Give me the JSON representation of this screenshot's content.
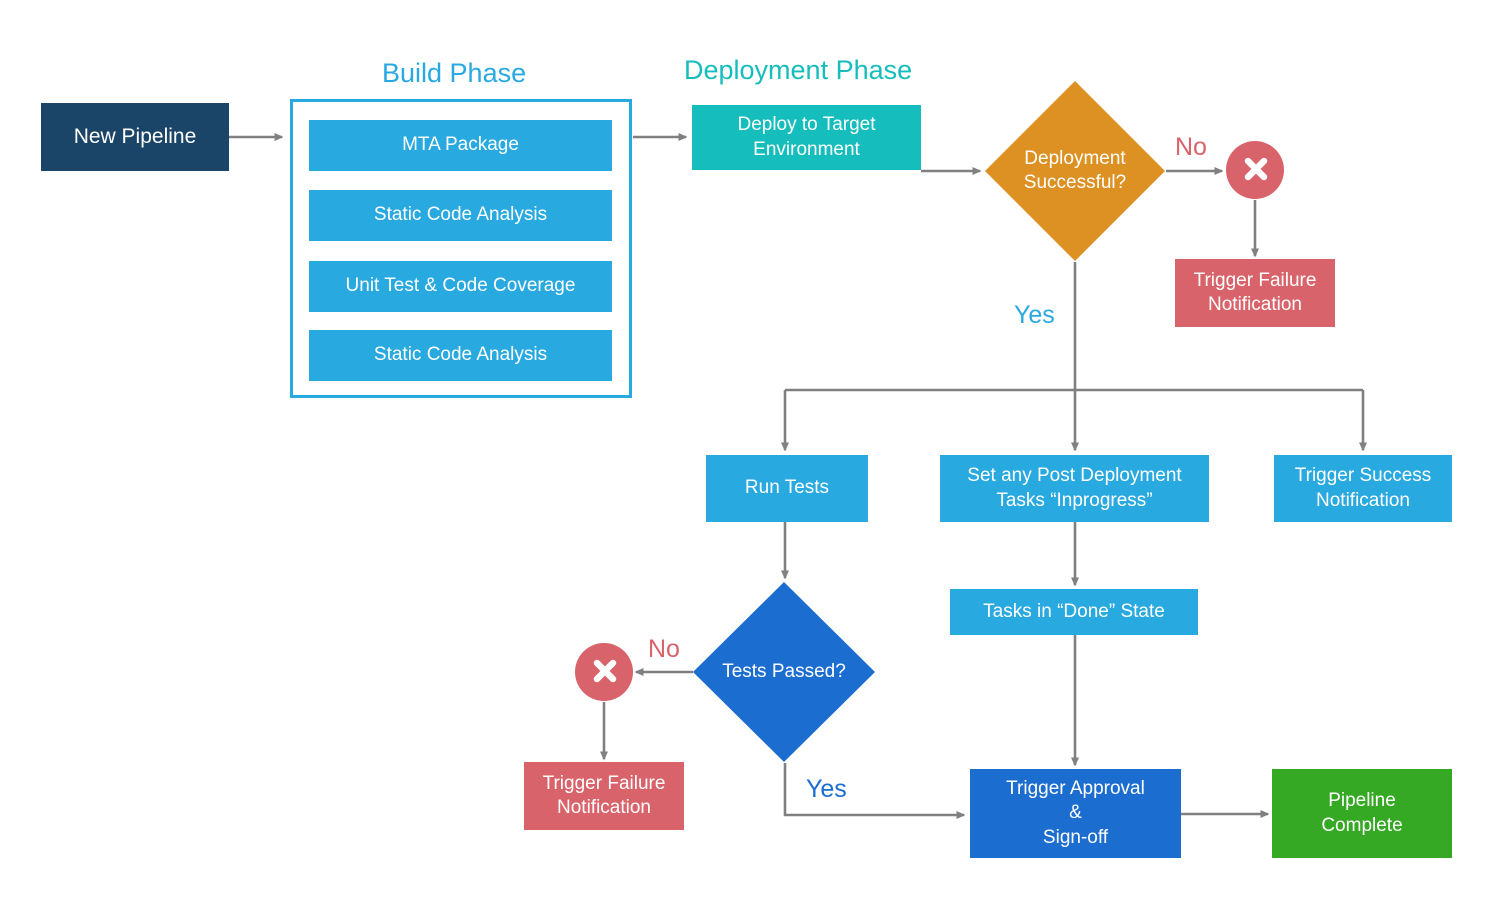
{
  "diagram": {
    "title_build_phase": "Build Phase",
    "title_deployment_phase": "Deployment Phase",
    "colors": {
      "navy": "#1b4568",
      "light_blue": "#28a9e0",
      "teal": "#16bdbd",
      "orange": "#dd9122",
      "red": "#d9636b",
      "strong_blue": "#1c6dd0",
      "green": "#35a824",
      "connector_gray": "#808080",
      "build_border": "#29a9e1",
      "build_title": "#29a9e1",
      "deployment_title": "#16bdbd",
      "yes_label_blue": "#29a9e1",
      "no_label_red": "#d9636b",
      "yes_label_dark_blue": "#1c6dd0"
    },
    "nodes": {
      "new_pipeline": "New Pipeline",
      "mta_package": "MTA Package",
      "static_code_analysis_1": "Static Code Analysis",
      "unit_test_code_coverage": "Unit Test & Code Coverage",
      "static_code_analysis_2": "Static Code Analysis",
      "deploy_to_target": "Deploy to Target\nEnvironment",
      "deployment_successful": "Deployment\nSuccessful?",
      "trigger_failure_top": "Trigger Failure\nNotification",
      "run_tests": "Run Tests",
      "set_post_deployment": "Set any Post Deployment\nTasks “Inprogress”",
      "trigger_success": "Trigger Success\nNotification",
      "tasks_done_state": "Tasks in “Done”  State",
      "tests_passed": "Tests Passed?",
      "trigger_failure_bottom": "Trigger Failure\nNotification",
      "trigger_approval": "Trigger Approval\n&\nSign-off",
      "pipeline_complete": "Pipeline\nComplete"
    },
    "edge_labels": {
      "no_top": "No",
      "yes_top": "Yes",
      "no_bottom": "No",
      "yes_bottom": "Yes"
    },
    "icons": {
      "error_top": "error-x-circle",
      "error_bottom": "error-x-circle"
    }
  }
}
